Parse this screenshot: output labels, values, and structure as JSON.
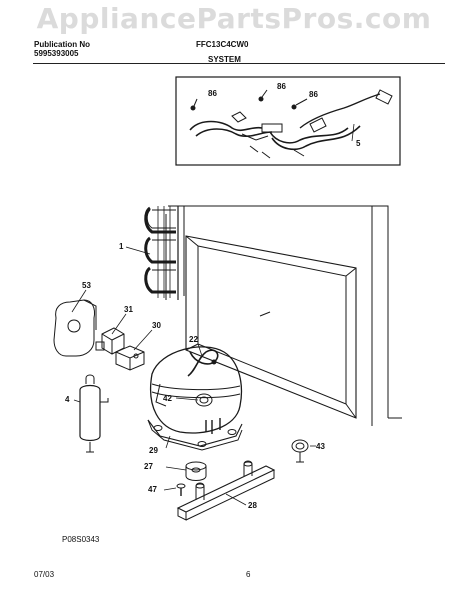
{
  "watermark": "AppliancePartsPros.com",
  "header": {
    "publication_label": "Publication No",
    "publication_number": "5995393005",
    "model": "FFC13C4CW0",
    "section": "SYSTEM"
  },
  "callouts": [
    "86",
    "86",
    "86",
    "5",
    "1",
    "53",
    "31",
    "30",
    "22",
    "42",
    "4",
    "29",
    "43",
    "27",
    "47",
    "28"
  ],
  "diagram_code": "P08S0343",
  "footer": {
    "date": "07/03",
    "page": "6"
  },
  "colors": {
    "line": "#1a1a1a",
    "watermark": "#bebebe"
  }
}
